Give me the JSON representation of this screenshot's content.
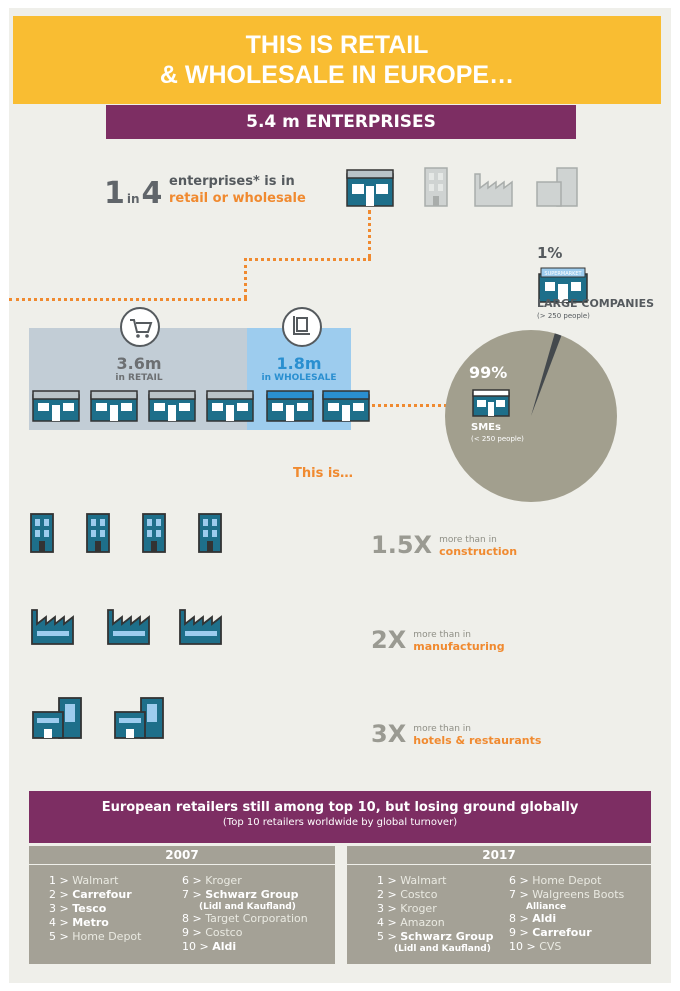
{
  "header": {
    "line1": "THIS IS RETAIL",
    "line2": "& WHOLESALE IN EUROPE…"
  },
  "banner": {
    "enterprises": "5.4 m ENTERPRISES"
  },
  "one_in_four": {
    "one": "1",
    "in": "in",
    "four": "4",
    "line1": "enterprises* is in",
    "line2": "retail or wholesale"
  },
  "split": {
    "retail_value": "3.6m",
    "retail_label": "in RETAIL",
    "wholesale_value": "1.8m",
    "wholesale_label": "in WHOLESALE"
  },
  "pie": {
    "chart_data": {
      "type": "pie",
      "slices": [
        {
          "name": "SMEs",
          "value": 99
        },
        {
          "name": "LARGE COMPANIES",
          "value": 1
        }
      ]
    },
    "large_pct": "1%",
    "large_label": "LARGE COMPANIES",
    "large_note": "(> 250 people)",
    "sme_pct": "99%",
    "sme_label": "SMEs",
    "sme_note": "(< 250 people)",
    "supermarket_sign": "SUPERMARKET"
  },
  "this_is": "This is…",
  "comparisons": [
    {
      "multiplier": "1.5X",
      "small": "more than in",
      "sector": "construction"
    },
    {
      "multiplier": "2X",
      "small": "more than in",
      "sector": "manufacturing"
    },
    {
      "multiplier": "3X",
      "small": "more than in",
      "sector": "hotels & restaurants"
    }
  ],
  "retailers": {
    "title": "European retailers still among top 10, but losing ground globally",
    "subtitle": "(Top 10 retailers worldwide by global turnover)",
    "y2007": {
      "year": "2007",
      "items": [
        {
          "rank": "1",
          "name": "Walmart",
          "bold": false,
          "sub": ""
        },
        {
          "rank": "2",
          "name": "Carrefour",
          "bold": true,
          "sub": ""
        },
        {
          "rank": "3",
          "name": "Tesco",
          "bold": true,
          "sub": ""
        },
        {
          "rank": "4",
          "name": "Metro",
          "bold": true,
          "sub": ""
        },
        {
          "rank": "5",
          "name": "Home Depot",
          "bold": false,
          "sub": ""
        },
        {
          "rank": "6",
          "name": "Kroger",
          "bold": false,
          "sub": ""
        },
        {
          "rank": "7",
          "name": "Schwarz Group",
          "bold": true,
          "sub": "(Lidl and Kaufland)"
        },
        {
          "rank": "8",
          "name": "Target Corporation",
          "bold": false,
          "sub": ""
        },
        {
          "rank": "9",
          "name": "Costco",
          "bold": false,
          "sub": ""
        },
        {
          "rank": "10",
          "name": "Aldi",
          "bold": true,
          "sub": ""
        }
      ]
    },
    "y2017": {
      "year": "2017",
      "items": [
        {
          "rank": "1",
          "name": "Walmart",
          "bold": false,
          "sub": ""
        },
        {
          "rank": "2",
          "name": "Costco",
          "bold": false,
          "sub": ""
        },
        {
          "rank": "3",
          "name": "Kroger",
          "bold": false,
          "sub": ""
        },
        {
          "rank": "4",
          "name": "Amazon",
          "bold": false,
          "sub": ""
        },
        {
          "rank": "5",
          "name": "Schwarz Group",
          "bold": true,
          "sub": "(Lidl and Kaufland)"
        },
        {
          "rank": "6",
          "name": "Home Depot",
          "bold": false,
          "sub": ""
        },
        {
          "rank": "7",
          "name": "Walgreens Boots",
          "bold": false,
          "sub": "Alliance"
        },
        {
          "rank": "8",
          "name": "Aldi",
          "bold": true,
          "sub": ""
        },
        {
          "rank": "9",
          "name": "Carrefour",
          "bold": true,
          "sub": ""
        },
        {
          "rank": "10",
          "name": "CVS",
          "bold": false,
          "sub": ""
        }
      ]
    }
  },
  "colors": {
    "orange": "#f08a30",
    "blue": "#2a8fd0",
    "purple": "#7d2e63",
    "yellow": "#f9bd32",
    "pie": "#a29f8e"
  },
  "icons": [
    "storefront-icon",
    "office-building-icon",
    "factory-icon",
    "hotel-icon",
    "shopping-cart-icon",
    "hand-truck-icon",
    "supermarket-icon"
  ]
}
